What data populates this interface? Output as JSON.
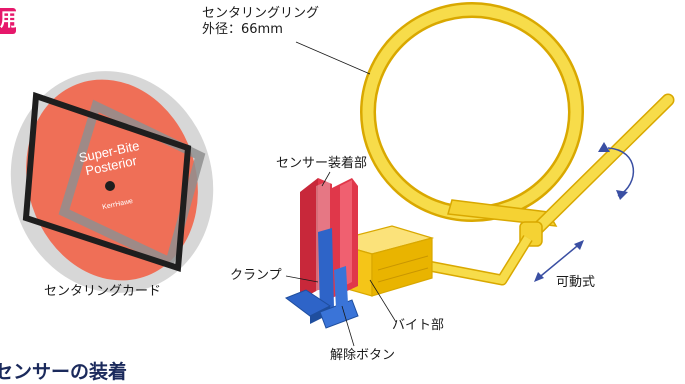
{
  "corner_tab": {
    "text": "用"
  },
  "labels": {
    "ring_title": "センタリングリング",
    "ring_diameter": "外径：66mm",
    "sensor_mount": "センサー装着部",
    "clamp": "クランプ",
    "movable": "可動式",
    "bite": "バイト部",
    "release_button": "解除ボタン",
    "centering_card": "センタリングカード"
  },
  "card": {
    "line1": "Super-Bite",
    "line2": "Posterior",
    "brand": "KerrHawe"
  },
  "section_heading": "センサーの装着",
  "colors": {
    "ring_yellow": "#f5d233",
    "ring_stroke": "#d9a800",
    "card_red": "#ef6f57",
    "card_gray": "#d7d7d7",
    "frame_black": "#1e1e1e",
    "sensor_red": "#e0374a",
    "clamp_blue": "#2e64c8",
    "accent_navy": "#1b2a5c",
    "arrow_blue": "#3a4fa3"
  }
}
